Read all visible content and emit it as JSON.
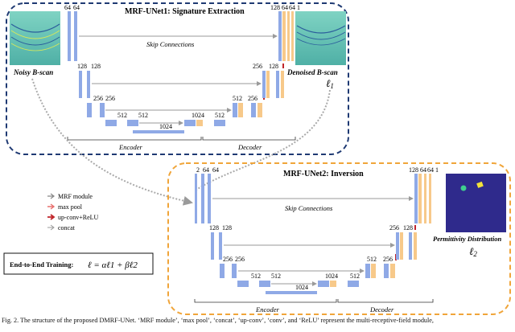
{
  "unet1": {
    "title": "MRF-UNet1: Signature Extraction",
    "skip": "Skip Connections",
    "input_label": "Noisy B-scan",
    "output_label": "Denoised B-scan",
    "loss": "ℓ",
    "loss_sub": "1",
    "encoder": "Encoder",
    "decoder": "Decoder",
    "enc_channels": [
      "64",
      "64",
      "128",
      "128",
      "256",
      "256",
      "512",
      "512",
      "1024"
    ],
    "dec_channels_top": [
      "128",
      "64",
      "64",
      "1"
    ],
    "dec_256": "256",
    "dec_128": "128",
    "dec_512": "512",
    "dec_256b": "256",
    "bottom_1024": "1024",
    "bottom_512": "512"
  },
  "unet2": {
    "title": "MRF-UNet2: Inversion",
    "skip": "Skip Connections",
    "output_label": "Permittivity Distribution",
    "loss": "ℓ",
    "loss_sub": "2",
    "encoder": "Encoder",
    "decoder": "Decoder",
    "enc_channels": [
      "2",
      "64",
      "64",
      "128",
      "128",
      "256",
      "256",
      "512",
      "512",
      "1024"
    ],
    "dec_channels_top": [
      "128",
      "64",
      "64",
      "1"
    ],
    "dec_256": "256",
    "dec_128": "128",
    "dec_512": "512",
    "dec_256b": "256",
    "bottom_1024": "1024",
    "bottom_512": "512"
  },
  "legend": {
    "mrf": "MRF module",
    "maxpool": "max pool",
    "upconv": "up-conv+ReLU",
    "concat": "concat"
  },
  "training": {
    "label": "End-to-End Training:",
    "formula": "ℓ = αℓ1 + βℓ2"
  },
  "caption": "Fig. 2.  The structure of the proposed DMRF-UNet. ‘MRF module’, ‘max pool’, ‘concat’, ‘up-conv’, ‘conv’, and ‘ReLU’ represent the multi-receptive-field module,",
  "colors": {
    "unet1_border": "#1f3a73",
    "unet2_border": "#f0a53a",
    "encoder_block": "#8fa9e6",
    "decoder_block": "#f7c98a",
    "pool_arrow": "#e8706e",
    "upconv_arrow": "#c0262b",
    "skip_arrow": "#9a9a9a",
    "permittivity_bg": "#2f2a8c",
    "bscan_bg": "#6fc7b8"
  }
}
